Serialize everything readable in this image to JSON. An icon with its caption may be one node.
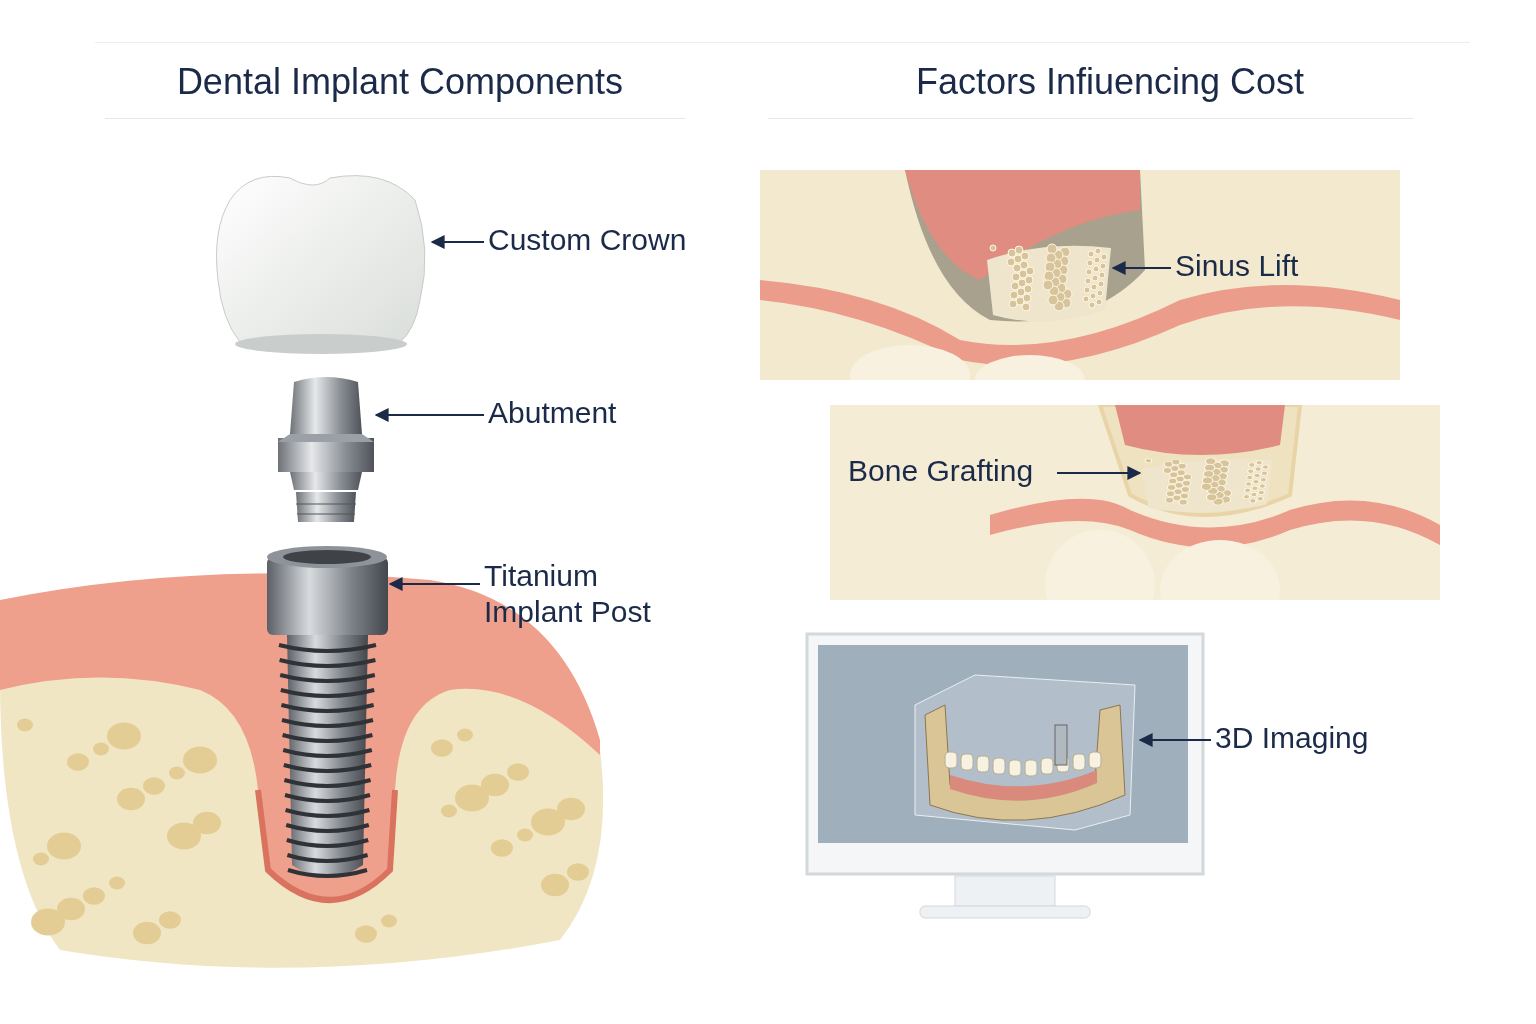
{
  "diagram": {
    "nodes": [
      {
        "text": [
          "Custom Crown"
        ]
      },
      {
        "text": [],
        "shape": "picture"
      },
      {
        "text": [
          "Abutment"
        ]
      },
      {
        "text": [],
        "shape": "picture"
      },
      {
        "text": [
          "Titanium Implant Post"
        ]
      },
      {
        "text": [],
        "shape": "picture"
      },
      {
        "text": [
          "Sinus Lift"
        ]
      },
      {
        "text": [],
        "shape": "picture"
      },
      {
        "text": [
          "Bone Grafting"
        ]
      },
      {
        "text": [],
        "shape": "picture"
      },
      {
        "text": [
          "3D Imaging"
        ]
      },
      {
        "text": [],
        "shape": "picture"
      }
    ],
    "edges": [
      {
        "from": 0,
        "to": 1,
        "arrow": "to"
      },
      {
        "from": 2,
        "to": 3,
        "arrow": "to"
      },
      {
        "from": 4,
        "to": 5,
        "arrow": "to"
      },
      {
        "from": 6,
        "to": 7,
        "arrow": "to"
      },
      {
        "from": 8,
        "to": 9,
        "arrow": "to"
      },
      {
        "from": 10,
        "to": 11,
        "arrow": "to"
      }
    ],
    "labels": [
      "Dental Implant Components",
      "Factors Infiuencing Cost"
    ]
  }
}
